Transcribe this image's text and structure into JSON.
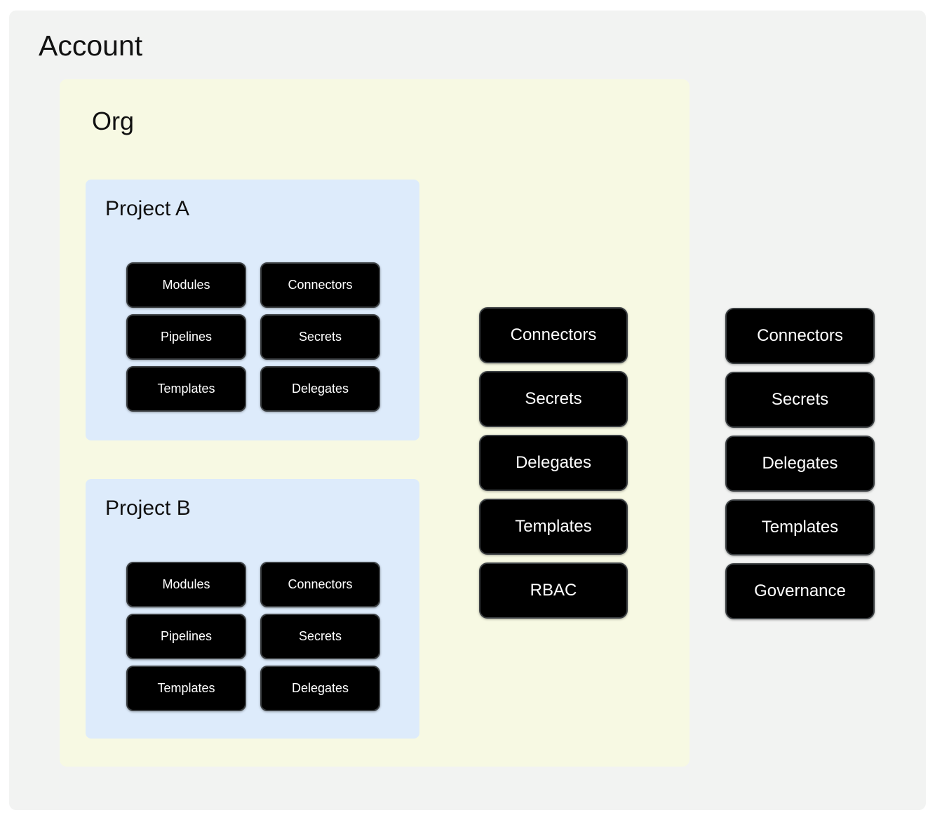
{
  "colors": {
    "account_bg": "#f2f3f2",
    "org_bg": "#f7f9e3",
    "project_bg": "#ddebfb",
    "button_bg": "#000000",
    "button_border": "#3c4043",
    "button_text": "#ffffff",
    "title_text": "#111111"
  },
  "account": {
    "title": "Account",
    "buttons": [
      "Connectors",
      "Secrets",
      "Delegates",
      "Templates",
      "Governance"
    ],
    "org": {
      "title": "Org",
      "buttons": [
        "Connectors",
        "Secrets",
        "Delegates",
        "Templates",
        "RBAC"
      ],
      "projects": [
        {
          "title": "Project A",
          "buttons": [
            "Modules",
            "Connectors",
            "Pipelines",
            "Secrets",
            "Templates",
            "Delegates"
          ]
        },
        {
          "title": "Project B",
          "buttons": [
            "Modules",
            "Connectors",
            "Pipelines",
            "Secrets",
            "Templates",
            "Delegates"
          ]
        }
      ]
    }
  }
}
